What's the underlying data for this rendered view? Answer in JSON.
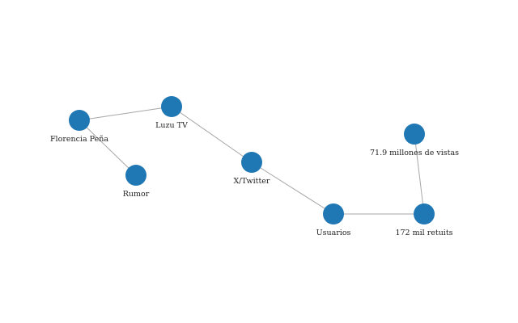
{
  "graph": {
    "colors": {
      "node": "#1f77b4",
      "edge": "#a6a6a6",
      "label": "#222222"
    },
    "nodes": [
      {
        "id": "florencia",
        "label": "Florencia Peña"
      },
      {
        "id": "luzu",
        "label": "Luzu TV"
      },
      {
        "id": "rumor",
        "label": "Rumor"
      },
      {
        "id": "twitter",
        "label": "X/Twitter"
      },
      {
        "id": "usuarios",
        "label": "Usuarios"
      },
      {
        "id": "vistas",
        "label": "71.9 millones de vistas"
      },
      {
        "id": "retuits",
        "label": "172 mil retuits"
      }
    ],
    "edges": [
      {
        "source": "florencia",
        "target": "luzu"
      },
      {
        "source": "florencia",
        "target": "rumor"
      },
      {
        "source": "luzu",
        "target": "twitter"
      },
      {
        "source": "twitter",
        "target": "usuarios"
      },
      {
        "source": "usuarios",
        "target": "retuits"
      },
      {
        "source": "vistas",
        "target": "retuits"
      }
    ]
  }
}
